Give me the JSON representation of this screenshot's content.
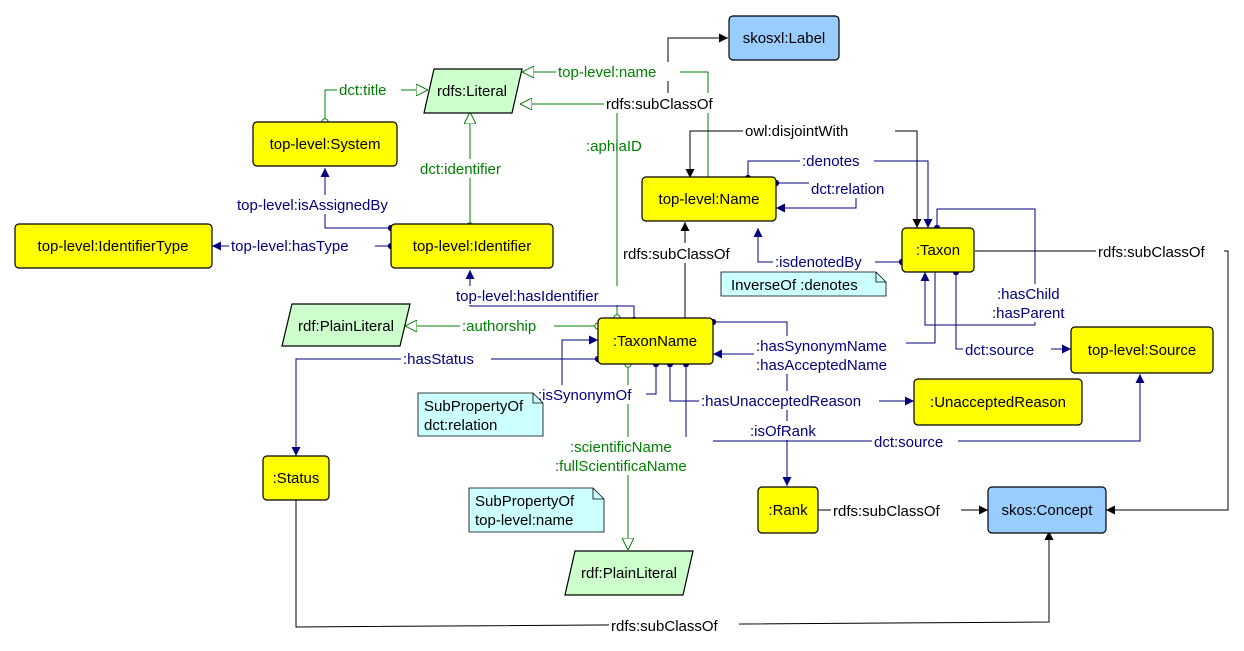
{
  "colors": {
    "class": "#ffff00",
    "external": "#99ccff",
    "literal": "#ccffcc",
    "note": "#ccffff",
    "object_property": "#000080",
    "datatype_property": "#008000",
    "axiom": "#000000"
  },
  "nodes": {
    "skosxl_label": "skosxl:Label",
    "rdfs_literal": "rdfs:Literal",
    "tl_system": "top-level:System",
    "tl_name": "top-level:Name",
    "taxon": ":Taxon",
    "tl_identifiertype": "top-level:IdentifierType",
    "tl_identifier": "top-level:Identifier",
    "rdf_plainliteral_top": "rdf:PlainLiteral",
    "taxonname": ":TaxonName",
    "tl_source": "top-level:Source",
    "unaccepted_reason": ":UnacceptedReason",
    "status": ":Status",
    "rank": ":Rank",
    "skos_concept": "skos:Concept",
    "rdf_plainliteral_bottom": "rdf:PlainLiteral"
  },
  "notes": {
    "inverse_of": [
      "InverseOf :denotes"
    ],
    "subprop_relation": [
      "SubPropertyOf",
      "dct:relation"
    ],
    "subprop_name": [
      "SubPropertyOf",
      "top-level:name"
    ]
  },
  "edges": {
    "top_level_name": "top-level:name",
    "rdfs_subclassof": "rdfs:subClassOf",
    "dct_title": "dct:title",
    "owl_disjointwith": "owl:disjointWith",
    "aphiaid": ":aphiaID",
    "denotes": ":denotes",
    "dct_relation": "dct:relation",
    "dct_identifier": "dct:identifier",
    "isassignedby": "top-level:isAssignedBy",
    "hastype": "top-level:hasType",
    "isdenotedby": ":isdenotedBy",
    "haschild": ":hasChild",
    "hasparent": ":hasParent",
    "hasidentifier": "top-level:hasIdentifier",
    "authorship": ":authorship",
    "hassynonymname": ":hasSynonymName",
    "hasacceptedname": ":hasAcceptedName",
    "dct_source": "dct:source",
    "hasstatus": ":hasStatus",
    "issynonymof": ":isSynonymOf",
    "hasunacceptedreason": ":hasUnacceptedReason",
    "isofrank": ":isOfRank",
    "scientificname": ":scientificName",
    "fullscientificaname": ":fullScientificaName"
  }
}
